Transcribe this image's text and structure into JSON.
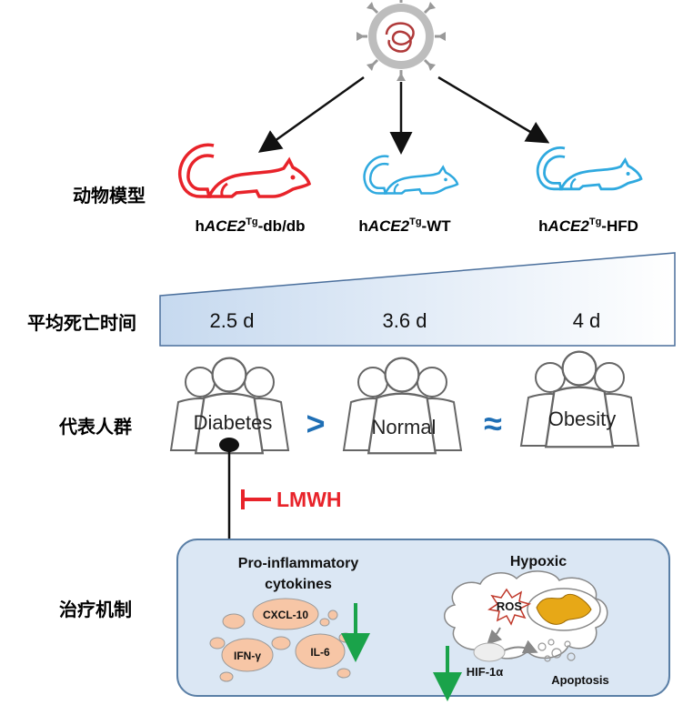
{
  "row_labels": {
    "animal_model": "动物模型",
    "mean_death_time": "平均死亡时间",
    "representative_population": "代表人群",
    "treatment_mechanism": "治疗机制"
  },
  "models": [
    {
      "prefix": "h",
      "gene": "ACE2",
      "sup": "Tg",
      "suffix": "-db/db",
      "color": "#e8232a"
    },
    {
      "prefix": "h",
      "gene": "ACE2",
      "sup": "Tg",
      "suffix": "-WT",
      "color": "#2fa9df"
    },
    {
      "prefix": "h",
      "gene": "ACE2",
      "sup": "Tg",
      "suffix": "-HFD",
      "color": "#2fa9df"
    }
  ],
  "death_times": [
    "2.5 d",
    "3.6 d",
    "4 d"
  ],
  "populations": [
    "Diabetes",
    "Normal",
    "Obesity"
  ],
  "comparators": [
    ">",
    "≈"
  ],
  "comparator_color": "#1f6fb5",
  "inhibitor": {
    "label": "LMWH",
    "color": "#e8232a"
  },
  "mechanism": {
    "inflammation_title": "Pro-inflammatory",
    "inflammation_title_2": "cytokines",
    "cytokines": [
      "CXCL-10",
      "IFN-γ",
      "IL-6"
    ],
    "hypoxia_title": "Hypoxic",
    "ros": "ROS",
    "hif": "HIF-1α",
    "apoptosis": "Apoptosis"
  },
  "colors": {
    "arrow_down": "#1aa34a",
    "cytokine_fill": "#f7c6a6",
    "panel_fill": "#dbe7f4",
    "panel_stroke": "#5a7fa6"
  }
}
